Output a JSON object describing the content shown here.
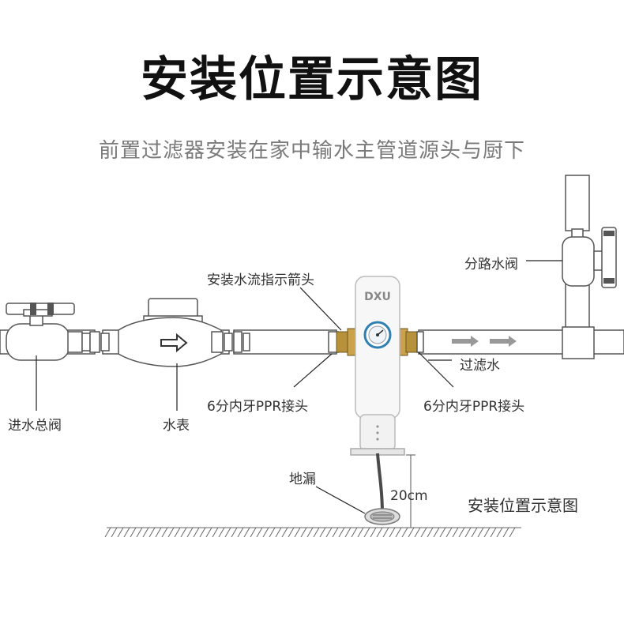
{
  "title": "安装位置示意图",
  "subtitle": "前置过滤器安装在家中输水主管道源头与厨下",
  "brand_mark": "DXU",
  "labels": {
    "arrow_indicator": "安装水流指示箭头",
    "branch_valve": "分路水阀",
    "filtered_water": "过滤水",
    "inlet_valve": "进水总阀",
    "water_meter": "水表",
    "ppr_left": "6分内牙PPR接头",
    "ppr_right": "6分内牙PPR接头",
    "floor_drain": "地漏",
    "distance": "20cm",
    "caption": "安装位置示意图"
  },
  "colors": {
    "pipe_fill": "#ffffff",
    "pipe_stroke": "#555555",
    "brass": "#b8923a",
    "gauge_ring": "#2f7fb0",
    "hose": "#4a4a4a",
    "ground": "#666666",
    "leader": "#222222"
  },
  "icons": [
    "valve-handle-icon",
    "water-meter-arrow-icon",
    "flow-arrow-icon",
    "pressure-gauge-icon",
    "floor-drain-icon"
  ]
}
